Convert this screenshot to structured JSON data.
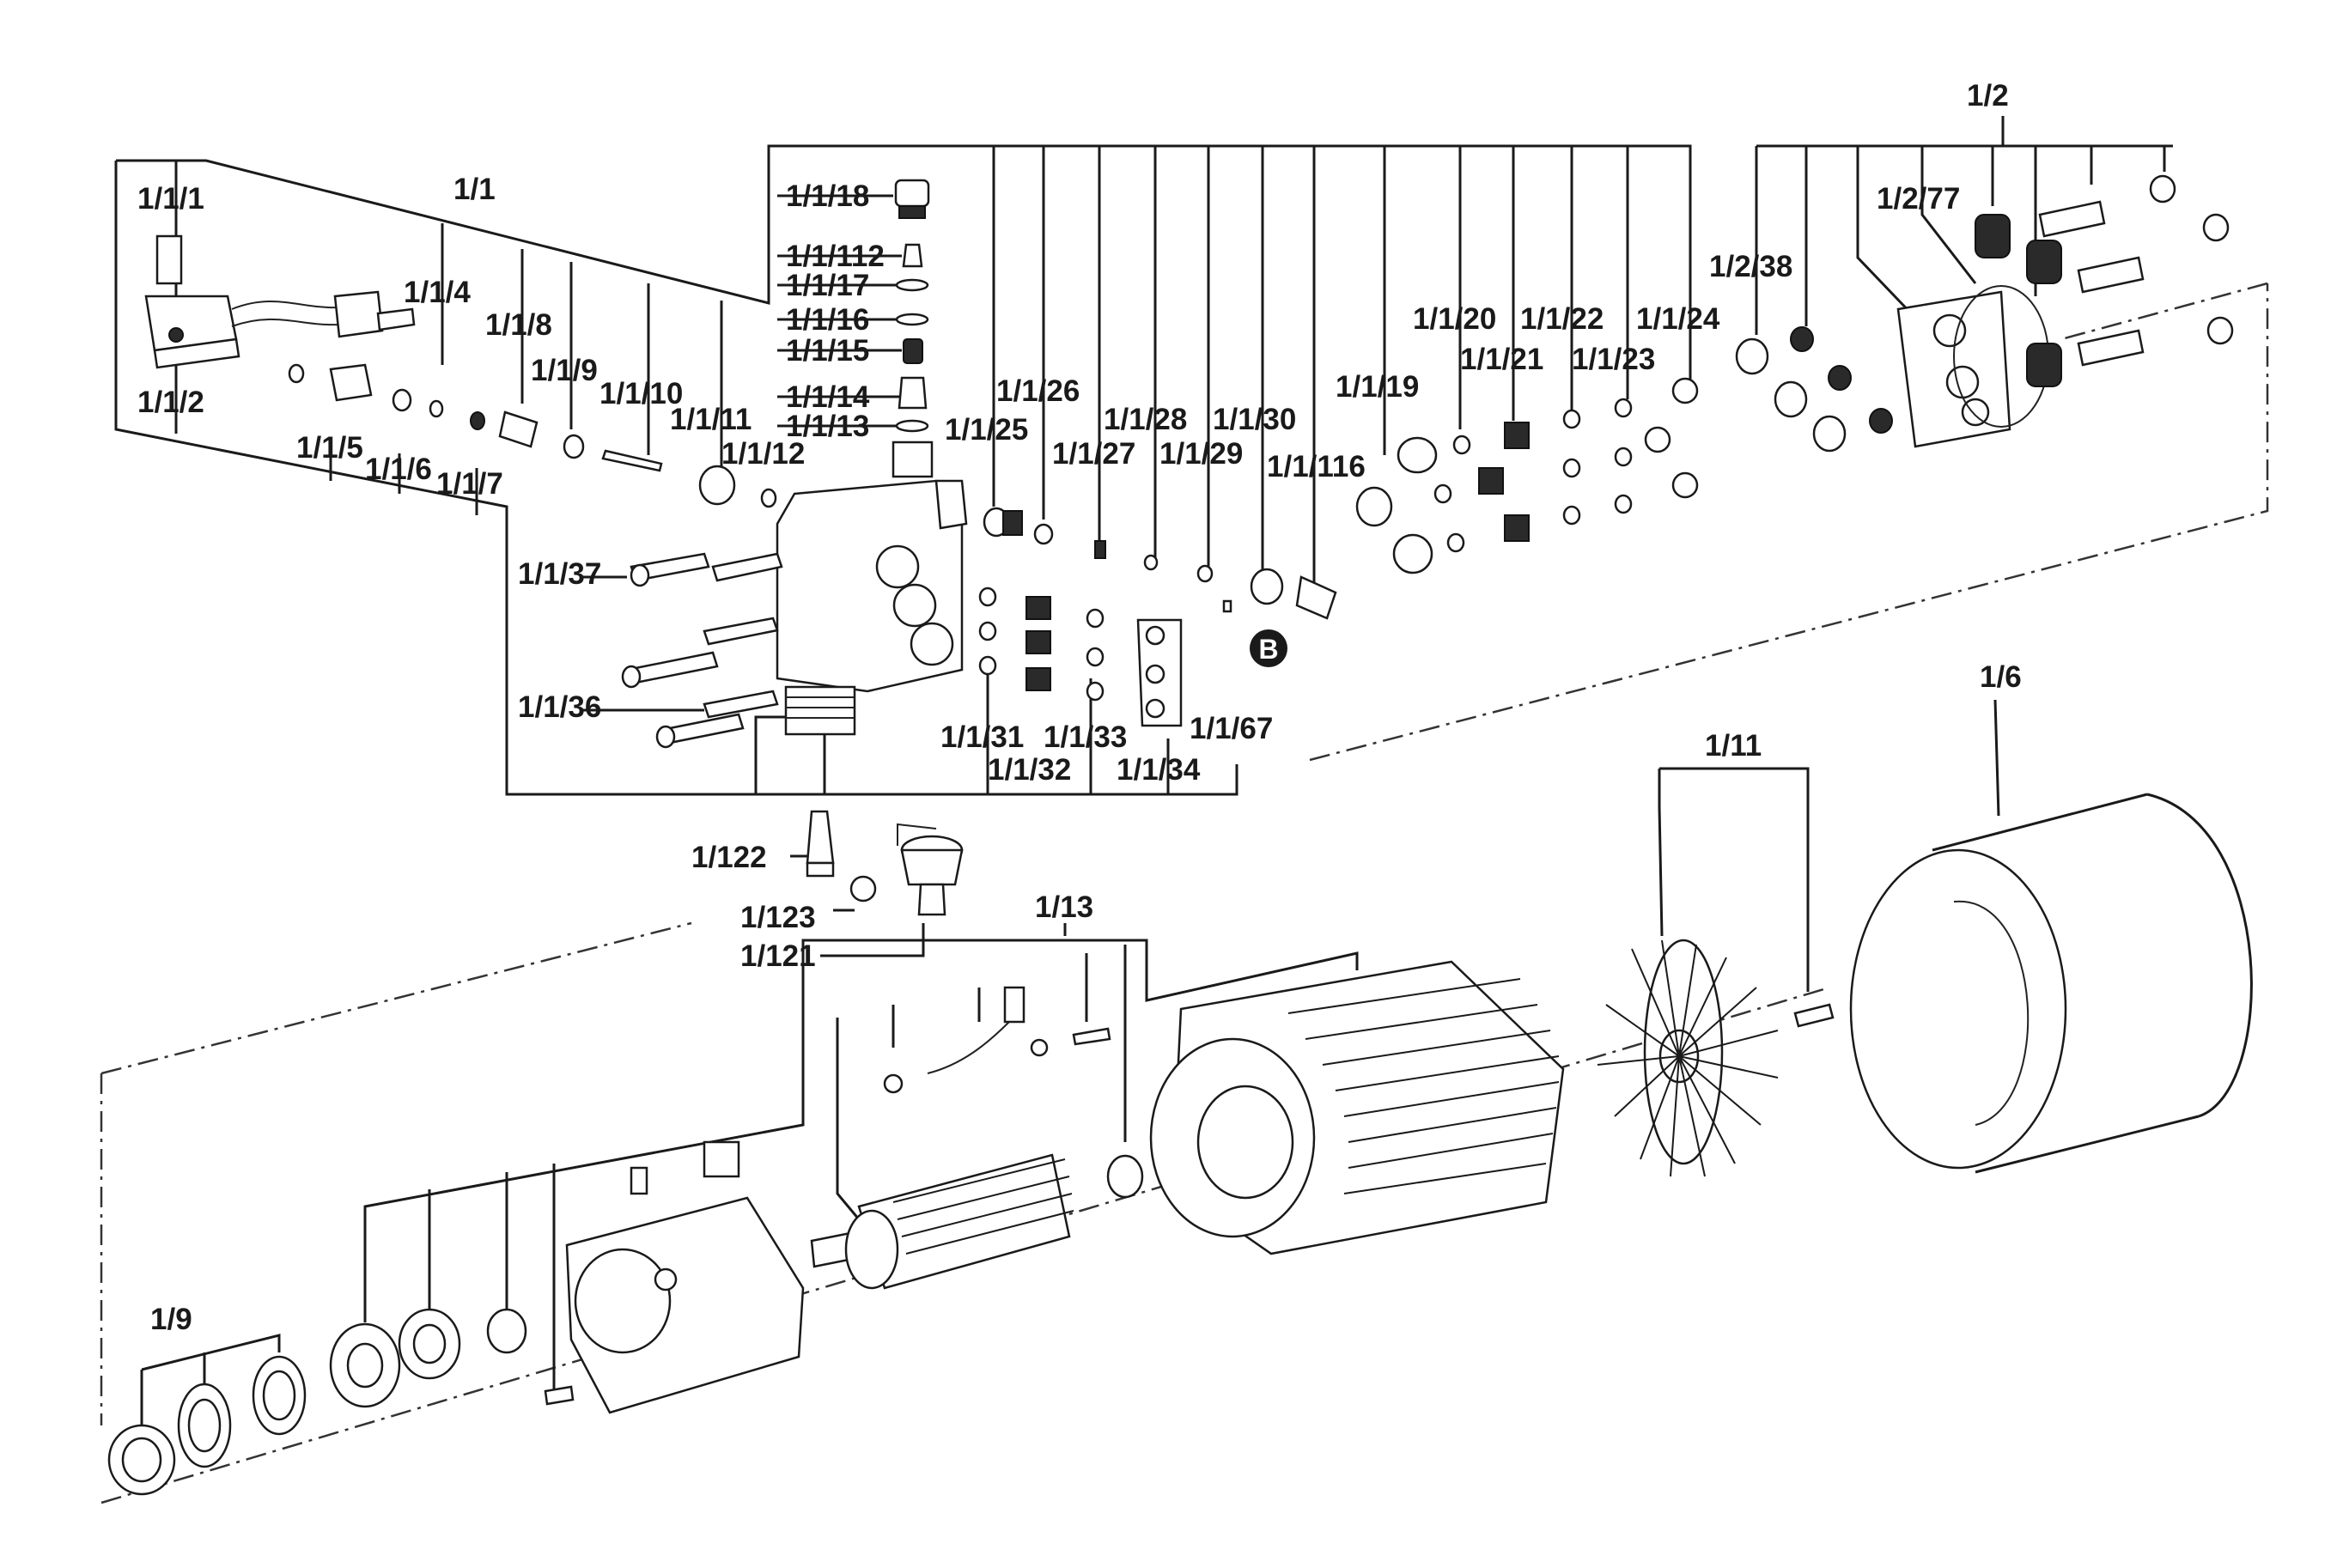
{
  "labels": {
    "l_1_1": "1/1",
    "l_1_1_1": "1/1/1",
    "l_1_1_2": "1/1/2",
    "l_1_1_4": "1/1/4",
    "l_1_1_5": "1/1/5",
    "l_1_1_6": "1/1/6",
    "l_1_1_7": "1/1/7",
    "l_1_1_8": "1/1/8",
    "l_1_1_9": "1/1/9",
    "l_1_1_10": "1/1/10",
    "l_1_1_11": "1/1/11",
    "l_1_1_12": "1/1/12",
    "l_1_1_13": "1/1/13",
    "l_1_1_14": "1/1/14",
    "l_1_1_15": "1/1/15",
    "l_1_1_16": "1/1/16",
    "l_1_1_17": "1/1/17",
    "l_1_1_112": "1/1/112",
    "l_1_1_18": "1/1/18",
    "l_1_1_19": "1/1/19",
    "l_1_1_20": "1/1/20",
    "l_1_1_21": "1/1/21",
    "l_1_1_22": "1/1/22",
    "l_1_1_23": "1/1/23",
    "l_1_1_24": "1/1/24",
    "l_1_1_25": "1/1/25",
    "l_1_1_26": "1/1/26",
    "l_1_1_27": "1/1/27",
    "l_1_1_28": "1/1/28",
    "l_1_1_29": "1/1/29",
    "l_1_1_30": "1/1/30",
    "l_1_1_116": "1/1/116",
    "l_1_1_31": "1/1/31",
    "l_1_1_32": "1/1/32",
    "l_1_1_33": "1/1/33",
    "l_1_1_34": "1/1/34",
    "l_1_1_36": "1/1/36",
    "l_1_1_37": "1/1/37",
    "l_1_1_67": "1/1/67",
    "l_1_2": "1/2",
    "l_1_2_38": "1/2/38",
    "l_1_2_77": "1/2/77",
    "l_1_6": "1/6",
    "l_1_9": "1/9",
    "l_1_11": "1/11",
    "l_1_13": "1/13",
    "l_1_121": "1/121",
    "l_1_122": "1/122",
    "l_1_123": "1/123",
    "marker_b": "B"
  }
}
